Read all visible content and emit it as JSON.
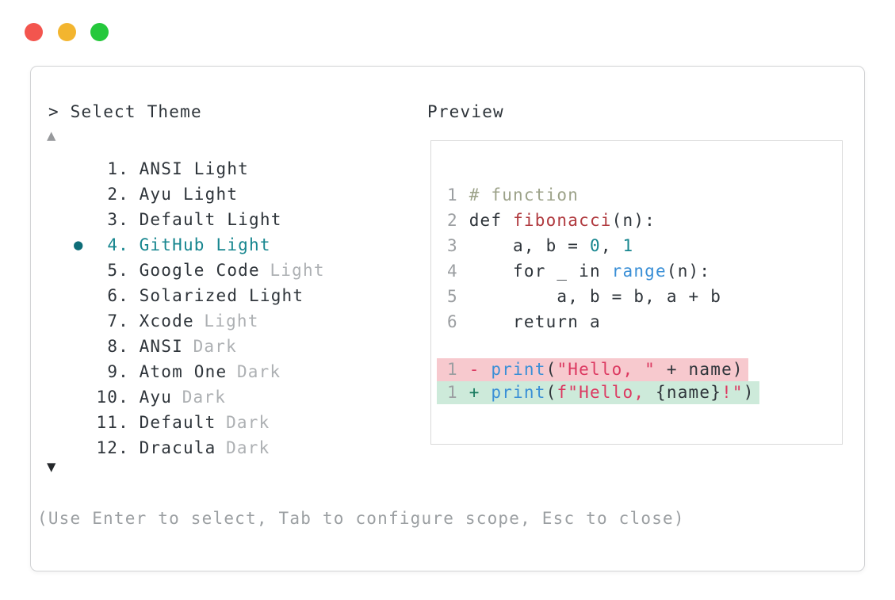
{
  "window": {
    "controls": [
      {
        "name": "close",
        "color": "#f3554e"
      },
      {
        "name": "minimize",
        "color": "#f3b52f"
      },
      {
        "name": "maximize",
        "color": "#25c83c"
      }
    ]
  },
  "prompt": {
    "text": "> Select Theme"
  },
  "preview": {
    "label": "Preview"
  },
  "scroll": {
    "up_glyph": "▲",
    "down_glyph": "▼"
  },
  "theme_list": {
    "selected_marker": "●",
    "selected_number": "4",
    "items": [
      {
        "number": "1",
        "name": "ANSI Light",
        "muted": ""
      },
      {
        "number": "2",
        "name": "Ayu Light",
        "muted": ""
      },
      {
        "number": "3",
        "name": "Default Light",
        "muted": ""
      },
      {
        "number": "4",
        "name": "GitHub Light",
        "muted": "",
        "selected": true
      },
      {
        "number": "5",
        "name": "Google Code",
        "muted": "Light"
      },
      {
        "number": "6",
        "name": "Solarized Light",
        "muted": ""
      },
      {
        "number": "7",
        "name": "Xcode",
        "muted": "Light"
      },
      {
        "number": "8",
        "name": "ANSI",
        "muted": "Dark"
      },
      {
        "number": "9",
        "name": "Atom One",
        "muted": "Dark"
      },
      {
        "number": "10",
        "name": "Ayu",
        "muted": "Dark"
      },
      {
        "number": "11",
        "name": "Default",
        "muted": "Dark"
      },
      {
        "number": "12",
        "name": "Dracula",
        "muted": "Dark"
      }
    ]
  },
  "code_preview": {
    "lines": [
      {
        "number": "1",
        "tokens": [
          {
            "t": "# function",
            "c": "comment"
          }
        ]
      },
      {
        "number": "2",
        "tokens": [
          {
            "t": "def ",
            "c": "fg"
          },
          {
            "t": "fibonacci",
            "c": "fn"
          },
          {
            "t": "(n):",
            "c": "fg"
          }
        ]
      },
      {
        "number": "3",
        "tokens": [
          {
            "t": "    a, b = ",
            "c": "fg"
          },
          {
            "t": "0",
            "c": "num"
          },
          {
            "t": ", ",
            "c": "fg"
          },
          {
            "t": "1",
            "c": "num"
          }
        ]
      },
      {
        "number": "4",
        "tokens": [
          {
            "t": "    for _ in ",
            "c": "fg"
          },
          {
            "t": "range",
            "c": "blue"
          },
          {
            "t": "(n):",
            "c": "fg"
          }
        ]
      },
      {
        "number": "5",
        "tokens": [
          {
            "t": "        a, b = b, a + b",
            "c": "fg"
          }
        ]
      },
      {
        "number": "6",
        "tokens": [
          {
            "t": "    return a",
            "c": "fg"
          }
        ]
      }
    ],
    "diff_lines": [
      {
        "number": "1",
        "kind": "removed",
        "tokens": [
          {
            "t": "- ",
            "c": "minus"
          },
          {
            "t": "print",
            "c": "blue"
          },
          {
            "t": "(",
            "c": "fg"
          },
          {
            "t": "\"Hello, \"",
            "c": "str"
          },
          {
            "t": " + name)",
            "c": "fg"
          }
        ]
      },
      {
        "number": "1",
        "kind": "added",
        "tokens": [
          {
            "t": "+ ",
            "c": "plus"
          },
          {
            "t": "print",
            "c": "blue"
          },
          {
            "t": "(",
            "c": "fg"
          },
          {
            "t": "f\"Hello, ",
            "c": "str"
          },
          {
            "t": "{name}",
            "c": "fg"
          },
          {
            "t": "!\"",
            "c": "str"
          },
          {
            "t": ")",
            "c": "fg"
          }
        ]
      }
    ]
  },
  "footer": {
    "hint": "(Use Enter to select, Tab to configure scope, Esc to close)"
  },
  "colors": {
    "selection_teal": "#17868f",
    "muted_gray": "#adb0b3",
    "diff_removed_bg": "#f7c9ce",
    "diff_added_bg": "#cdeada",
    "string_red": "#dc3961",
    "keyword_blue": "#3a8fd6",
    "function_red": "#b03a3f",
    "comment_olive": "#9ca289"
  }
}
